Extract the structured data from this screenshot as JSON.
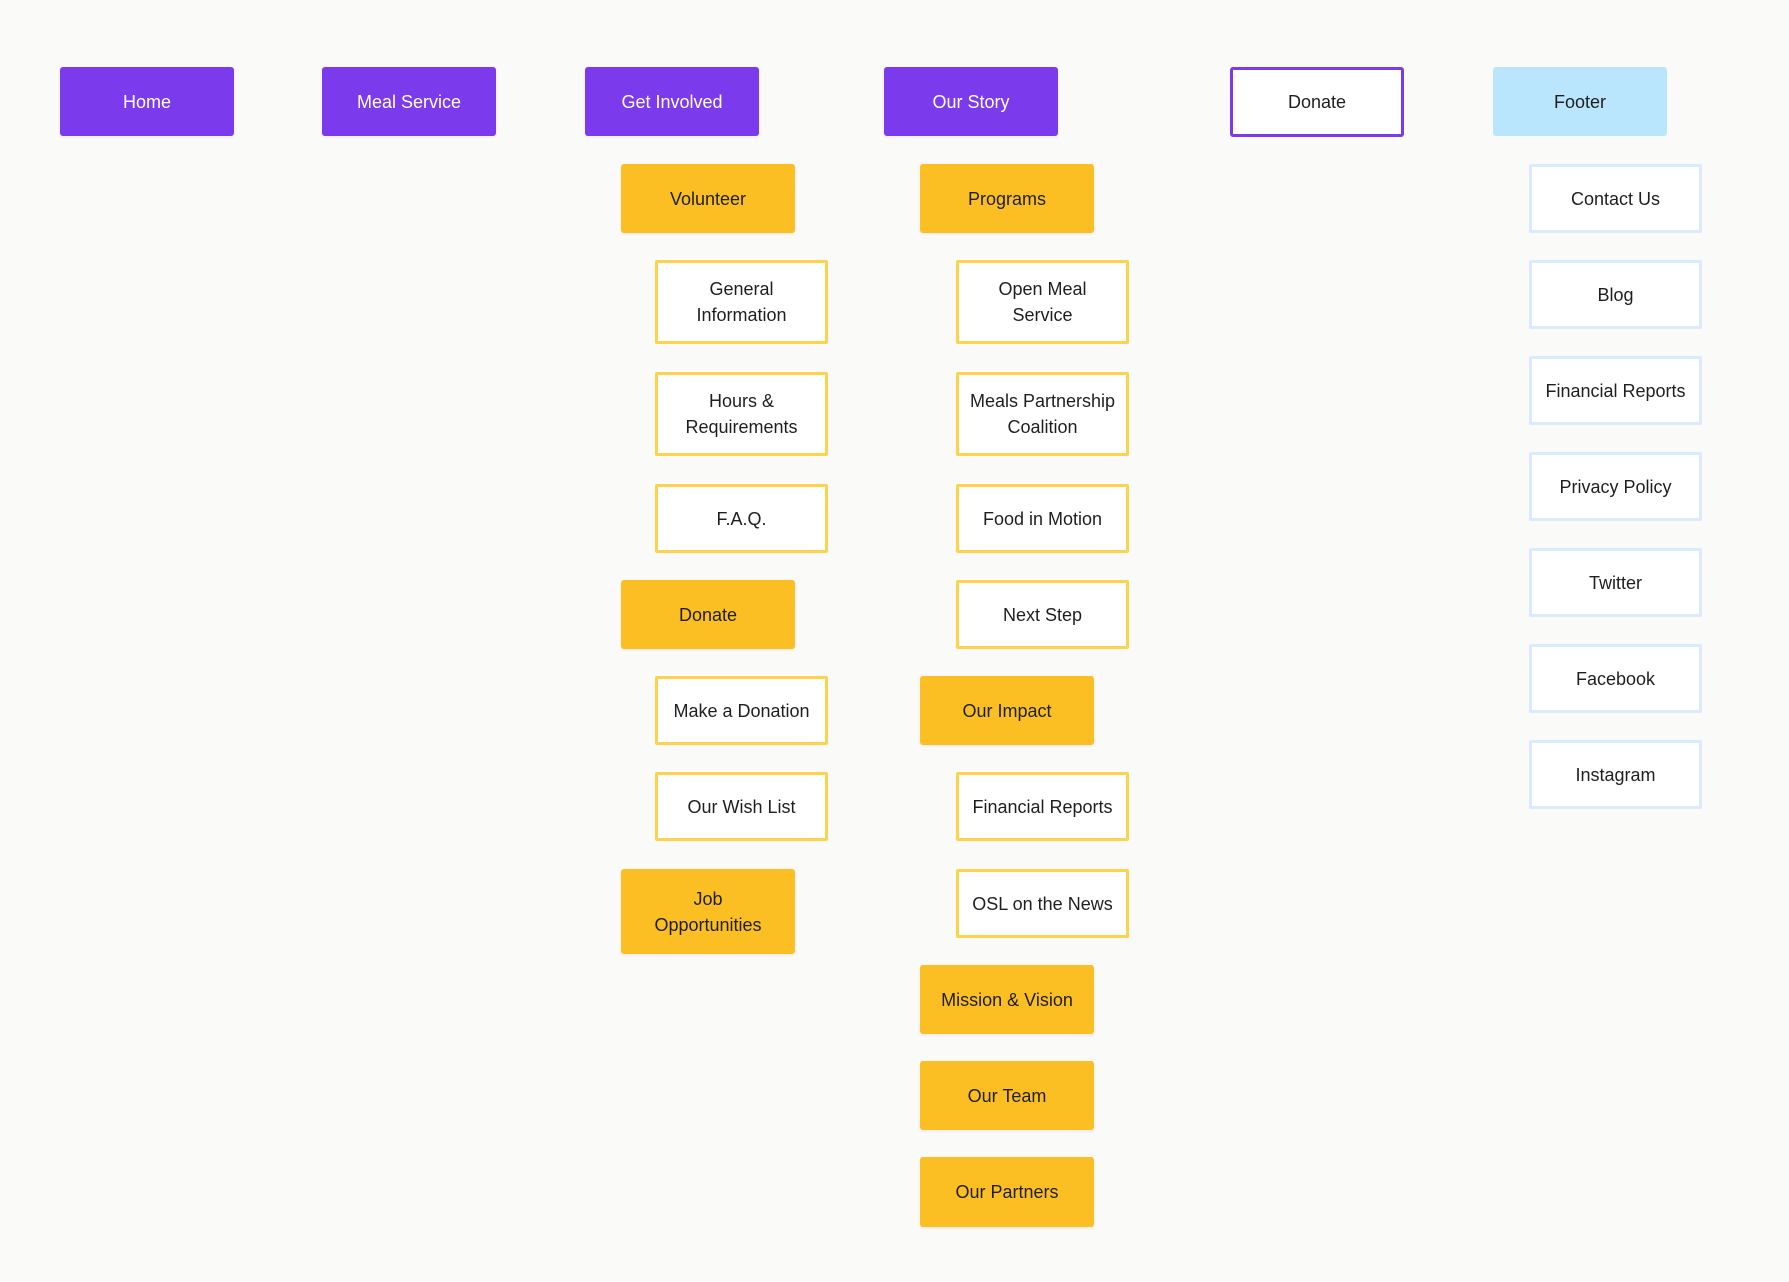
{
  "colors": {
    "primary": "#7c3aed",
    "section": "#fbbf24",
    "page_border": "#fcd34d",
    "footer": "#bae6fd",
    "footer_border": "#dbeafe",
    "background": "#fafaf9"
  },
  "top_level": [
    {
      "id": "home",
      "label": "Home",
      "style": "filled"
    },
    {
      "id": "meal-service",
      "label": "Meal Service",
      "style": "filled"
    },
    {
      "id": "get-involved",
      "label": "Get Involved",
      "style": "filled"
    },
    {
      "id": "our-story",
      "label": "Our Story",
      "style": "filled"
    },
    {
      "id": "donate",
      "label": "Donate",
      "style": "outlined"
    },
    {
      "id": "footer",
      "label": "Footer",
      "style": "light"
    }
  ],
  "get_involved": {
    "volunteer": {
      "label": "Volunteer",
      "pages": [
        "General\nInformation",
        "Hours &\nRequirements",
        "F.A.Q."
      ]
    },
    "donate": {
      "label": "Donate",
      "pages": [
        "Make a Donation",
        "Our Wish List"
      ]
    },
    "jobs": {
      "label": "Job\nOpportunities"
    }
  },
  "our_story": {
    "programs": {
      "label": "Programs",
      "pages": [
        "Open Meal\nService",
        "Meals Partnership\nCoalition",
        "Food in Motion",
        "Next Step"
      ]
    },
    "impact": {
      "label": "Our Impact",
      "pages": [
        "Financial Reports",
        "OSL on the News"
      ]
    },
    "mission": {
      "label": "Mission & Vision"
    },
    "team": {
      "label": "Our Team"
    },
    "partners": {
      "label": "Our Partners"
    }
  },
  "footer_links": [
    "Contact Us",
    "Blog",
    "Financial Reports",
    "Privacy Policy",
    "Twitter",
    "Facebook",
    "Instagram"
  ]
}
